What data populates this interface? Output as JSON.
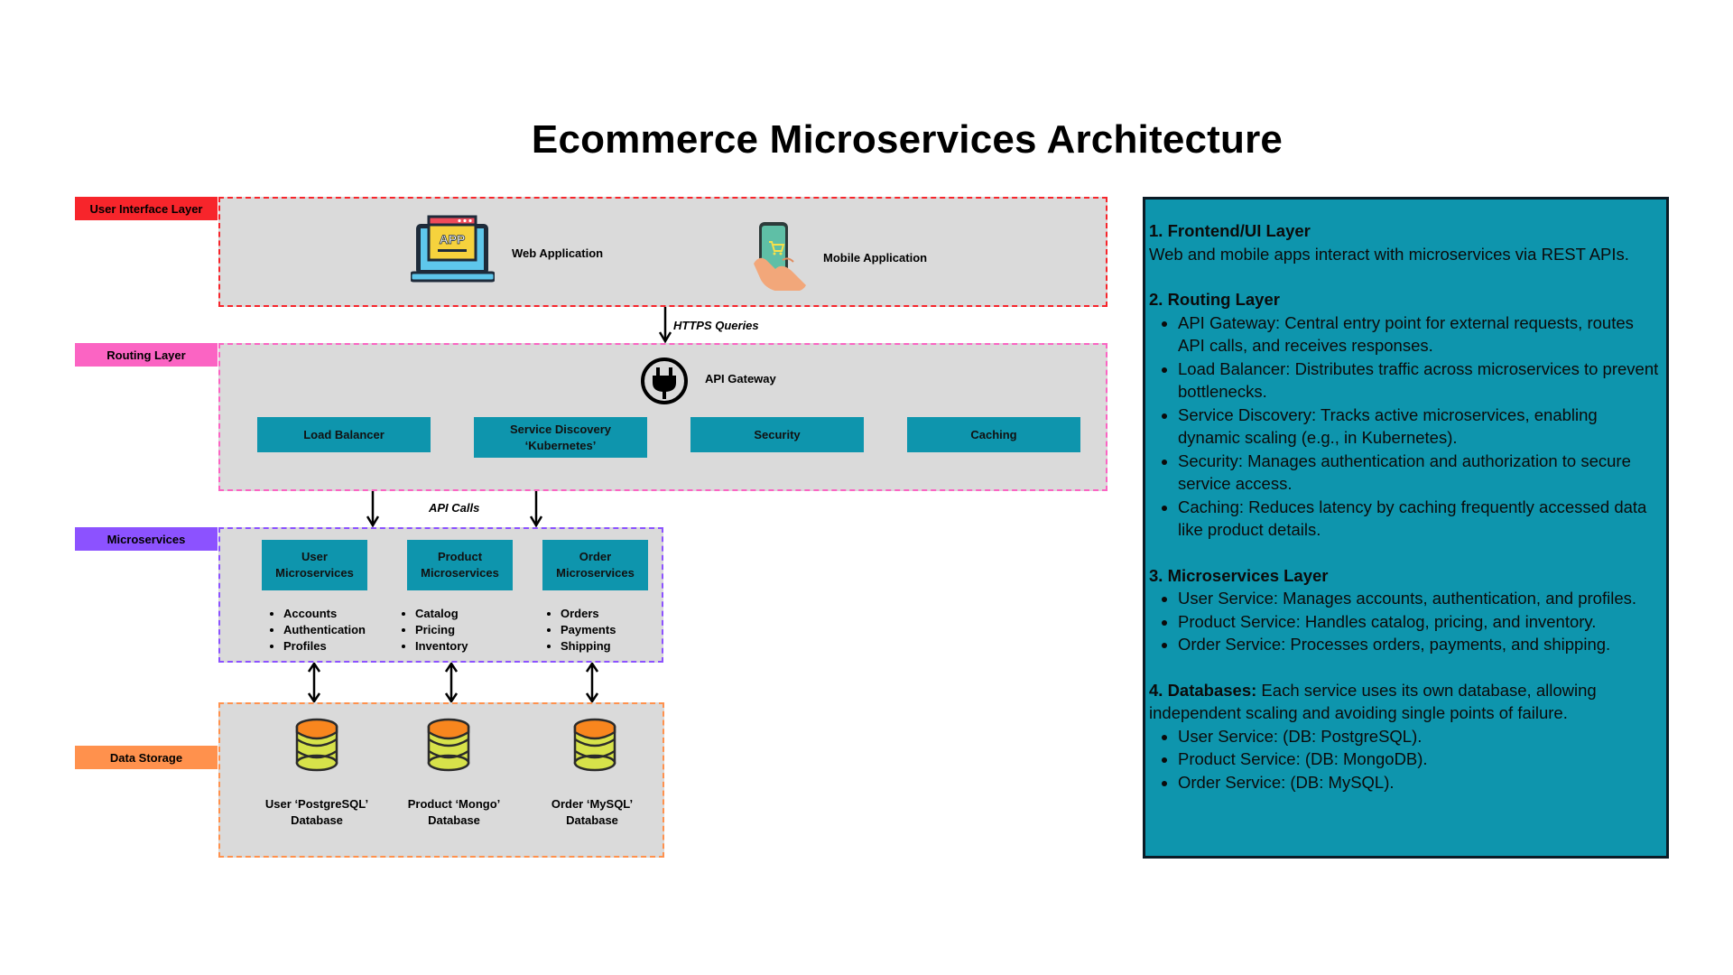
{
  "title": "Ecommerce Microservices Architecture",
  "layers": {
    "ui": {
      "label": "User Interface Layer",
      "color": "#f7252b"
    },
    "routing": {
      "label": "Routing Layer",
      "color": "#fb64c3"
    },
    "microservices": {
      "label": "Microservices",
      "color": "#8c52ff"
    },
    "data": {
      "label": "Data Storage",
      "color": "#ff914d"
    }
  },
  "ui_layer": {
    "web_app_label": "Web Application",
    "app_icon_text": "APP",
    "mobile_app_label": "Mobile Application"
  },
  "arrows": {
    "https": "HTTPS Queries",
    "api_calls": "API Calls"
  },
  "routing_layer": {
    "gateway_label": "API Gateway",
    "components": [
      {
        "line1": "Load Balancer",
        "line2": ""
      },
      {
        "line1": "Service Discovery",
        "line2": "‘Kubernetes’"
      },
      {
        "line1": "Security",
        "line2": ""
      },
      {
        "line1": "Caching",
        "line2": ""
      }
    ]
  },
  "microservices_layer": {
    "services": [
      {
        "line1": "User",
        "line2": "Microservices",
        "items": [
          "Accounts",
          "Authentication",
          "Profiles"
        ]
      },
      {
        "line1": "Product",
        "line2": "Microservices",
        "items": [
          "Catalog",
          "Pricing",
          "Inventory"
        ]
      },
      {
        "line1": "Order",
        "line2": "Microservices",
        "items": [
          "Orders",
          "Payments",
          "Shipping"
        ]
      }
    ]
  },
  "data_layer": {
    "databases": [
      {
        "line1": "User ‘PostgreSQL’",
        "line2": "Database"
      },
      {
        "line1": "Product ‘Mongo’",
        "line2": "Database"
      },
      {
        "line1": "Order ‘MySQL’",
        "line2": "Database"
      }
    ]
  },
  "info_panel": {
    "s1_heading": "1. Frontend/UI Layer",
    "s1_text": "Web and mobile apps interact with microservices via REST APIs.",
    "s2_heading": "2. Routing Layer",
    "s2_items": [
      "API Gateway: Central entry point for external requests, routes API calls, and receives responses.",
      "Load Balancer: Distributes traffic across microservices to prevent bottlenecks.",
      "Service Discovery: Tracks active microservices, enabling dynamic scaling (e.g., in Kubernetes).",
      "Security: Manages authentication and authorization to secure service access.",
      "Caching: Reduces latency by caching frequently accessed data like product details."
    ],
    "s3_heading": "3. Microservices Layer",
    "s3_items": [
      "User Service: Manages accounts, authentication, and profiles.",
      "Product Service: Handles catalog, pricing, and inventory.",
      "Order Service: Processes orders, payments, and shipping."
    ],
    "s4_heading": "4. Databases:",
    "s4_text": " Each service uses its own database, allowing independent scaling and avoiding single points of failure.",
    "s4_items": [
      "User Service: (DB: PostgreSQL).",
      "Product Service: (DB: MongoDB).",
      "Order Service: (DB: MySQL)."
    ]
  }
}
